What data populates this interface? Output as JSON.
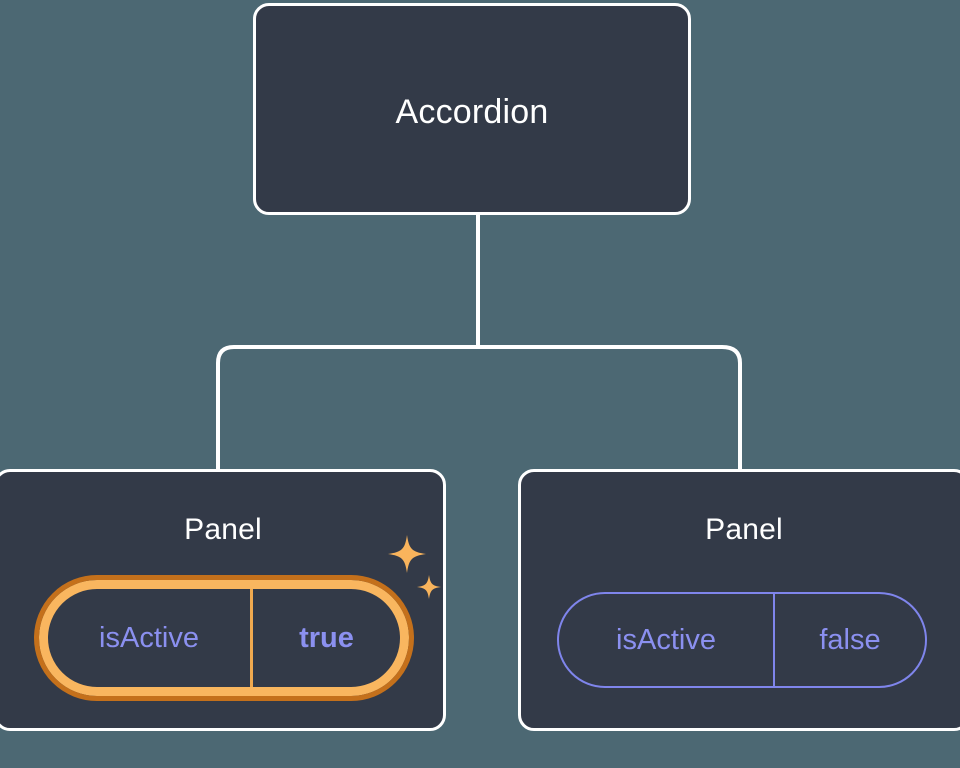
{
  "canvas": {
    "background_color": "#4c6873",
    "node_fill_color": "#333a48",
    "node_border_color": "#ffffff",
    "connector_color": "#ffffff",
    "highlight_color": "#f9b65f",
    "highlight_outline_color": "#c4701b",
    "prop_text_color": "#8b90f0",
    "title_text_color": "#ffffff"
  },
  "tree": {
    "root": {
      "label": "Accordion"
    },
    "children": [
      {
        "label": "Panel",
        "highlighted": true,
        "prop": {
          "name": "isActive",
          "value": "true"
        },
        "sparkle_icons": [
          "sparkle-large-icon",
          "sparkle-small-icon"
        ]
      },
      {
        "label": "Panel",
        "highlighted": false,
        "prop": {
          "name": "isActive",
          "value": "false"
        }
      }
    ]
  }
}
